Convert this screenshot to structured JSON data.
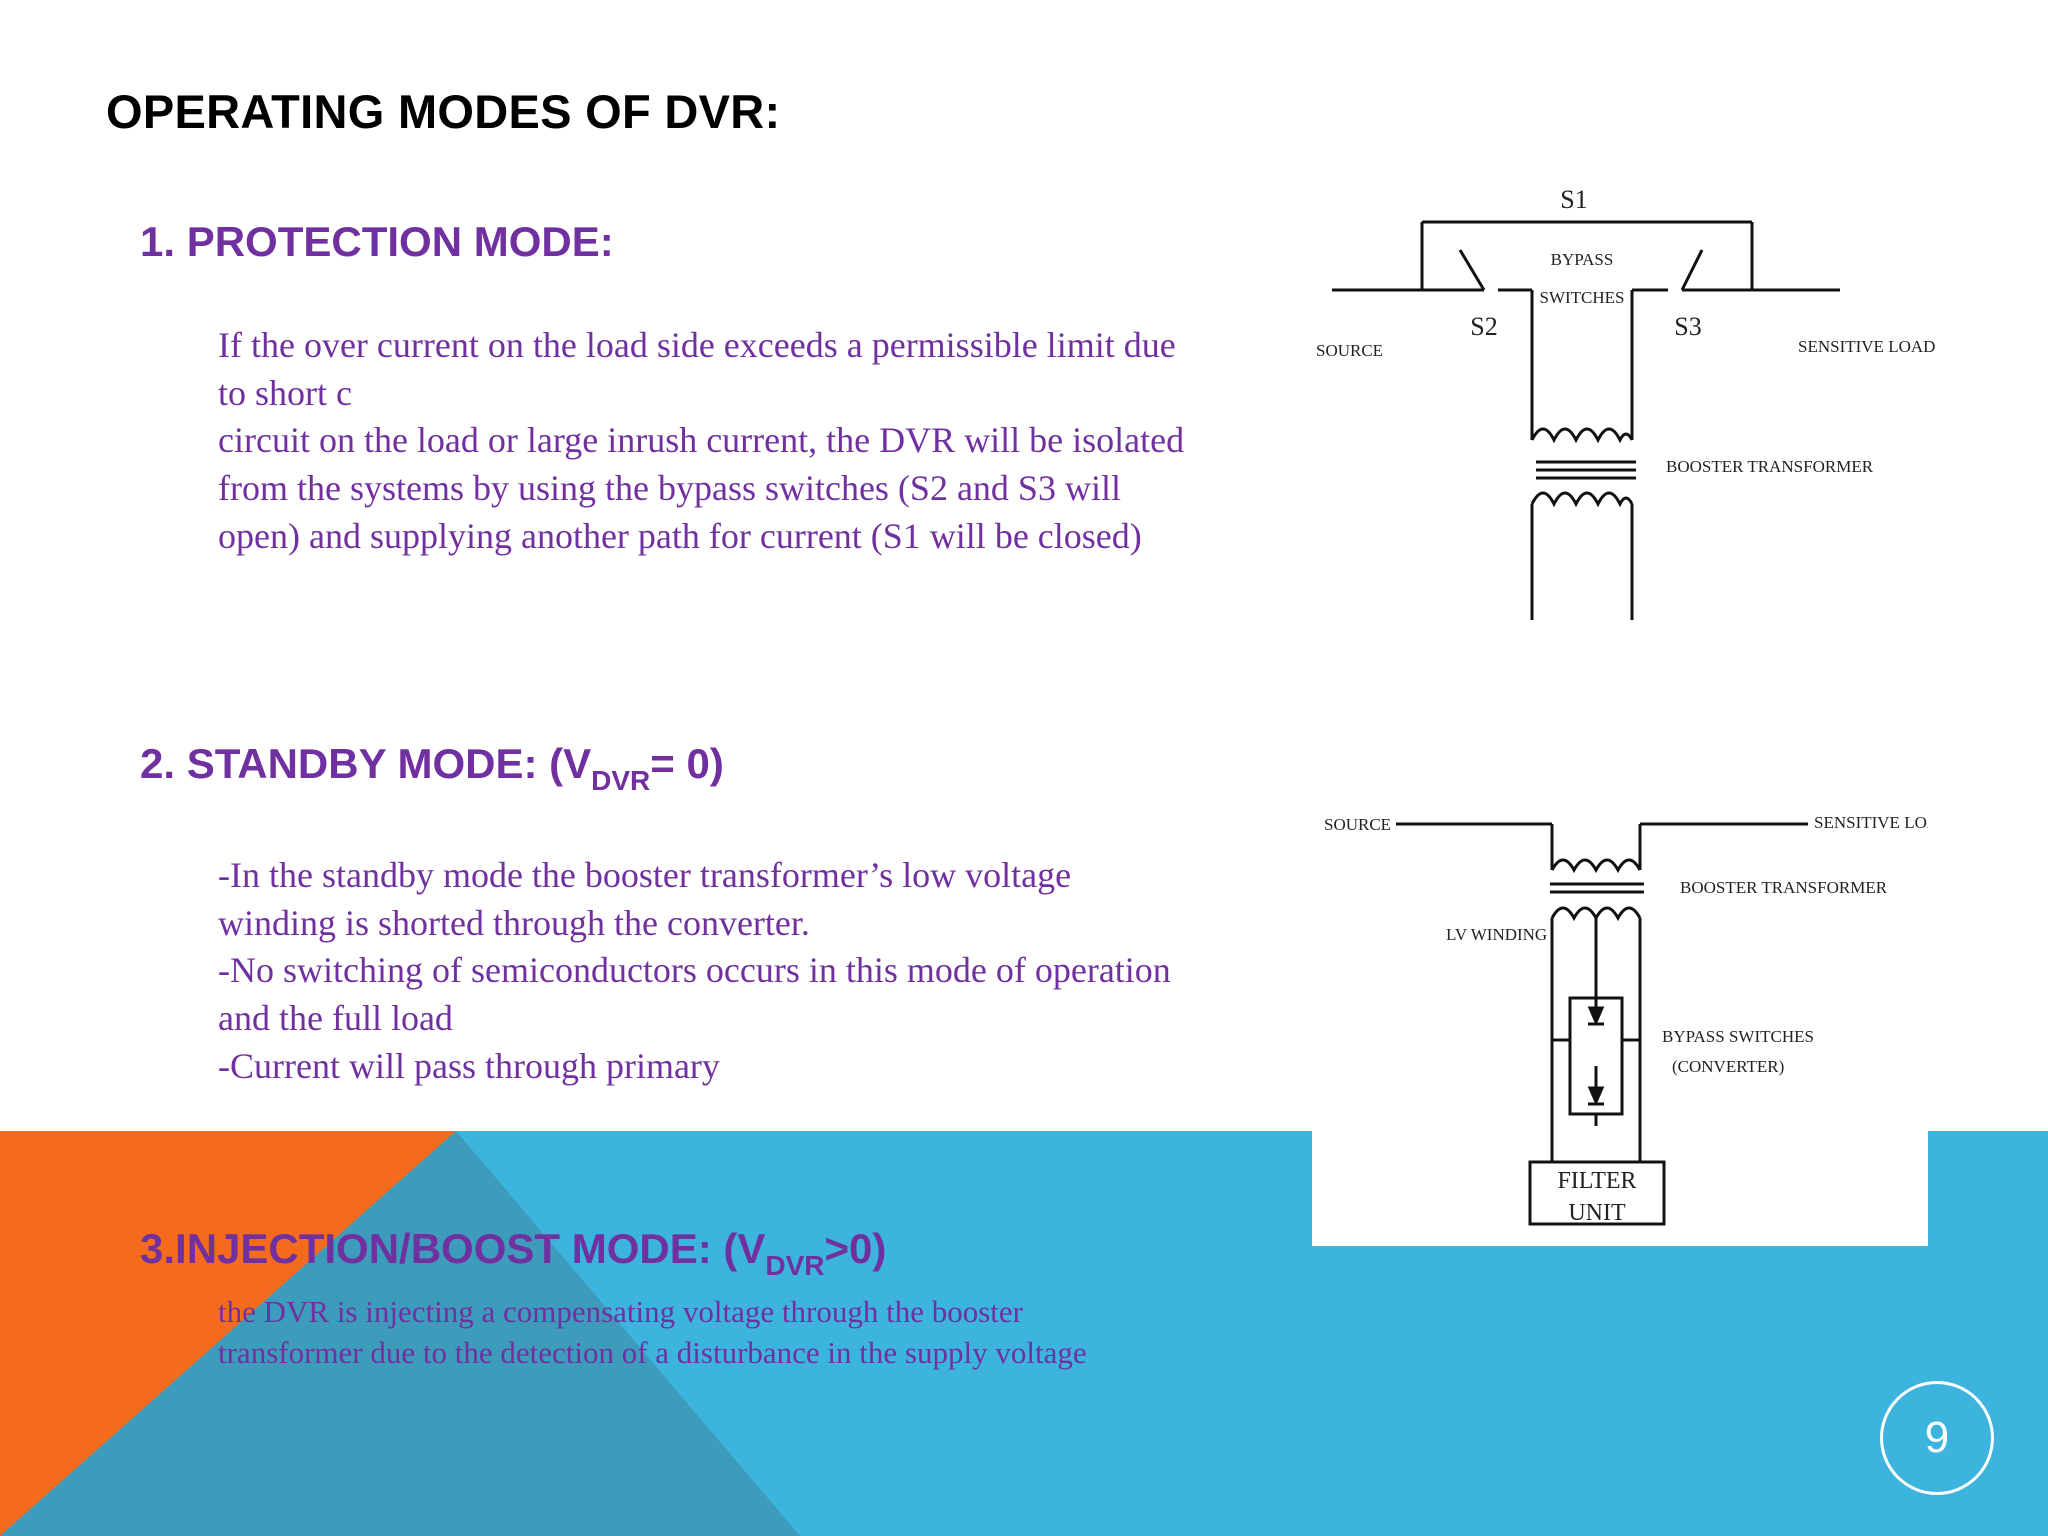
{
  "title": "OPERATING MODES OF DVR:",
  "colors": {
    "heading": "#7030a0",
    "band_blue": "#3cb4dd",
    "band_orange": "#f56b1e",
    "band_overlap": "#3d9bbb"
  },
  "modes": [
    {
      "heading": "1. PROTECTION MODE:",
      "body_lines": [
        "If the over current on the load side exceeds a permissible limit due",
        "to short c",
        "circuit on the load or large inrush current, the DVR will be isolated",
        "from the systems by using the bypass switches (S2 and S3 will",
        "open) and supplying another path for current (S1 will be closed)"
      ]
    },
    {
      "heading_prefix": "2. STANDBY MODE: (V",
      "heading_sub": "DVR",
      "heading_suffix": "= 0)",
      "body_lines": [
        "-In the standby mode the booster transformer’s low voltage",
        "winding is shorted through the converter.",
        " -No switching of semiconductors occurs in this mode of operation",
        "and the full load",
        "-Current will pass through primary"
      ]
    },
    {
      "heading_prefix": "3.INJECTION/BOOST MODE: (V",
      "heading_sub": "DVR",
      "heading_suffix": ">0)",
      "body_lines": [
        "the DVR is injecting a compensating voltage through the booster",
        "transformer due to the detection of a disturbance in the supply voltage"
      ]
    }
  ],
  "diagram1": {
    "s1": "S1",
    "s2": "S2",
    "s3": "S3",
    "bypass": "BYPASS",
    "switches": "SWITCHES",
    "source": "SOURCE",
    "load": "SENSITIVE LOAD",
    "transformer": "BOOSTER TRANSFORMER"
  },
  "diagram2": {
    "source": "SOURCE",
    "load": "SENSITIVE LOAD",
    "transformer": "BOOSTER TRANSFORMER",
    "lv_winding": "LV WINDING",
    "bypass_switches": "BYPASS SWITCHES",
    "converter": "(CONVERTER)",
    "filter": "FILTER",
    "unit": "UNIT"
  },
  "page_number": "9"
}
